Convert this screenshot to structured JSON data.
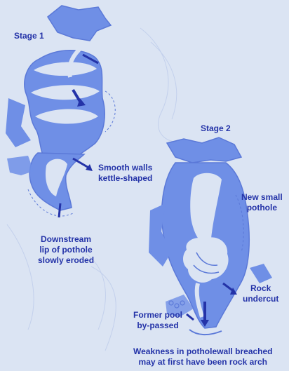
{
  "stage1": {
    "title": "Stage 1",
    "smooth_walls": [
      "Smooth walls",
      "kettle-shaped"
    ],
    "downstream": [
      "Downstream",
      "lip of pothole",
      "slowly eroded"
    ]
  },
  "stage2": {
    "title": "Stage 2",
    "new_pothole": [
      "New small",
      "pothole"
    ],
    "rock_undercut": [
      "Rock",
      "undercut"
    ],
    "former_pool": [
      "Former pool",
      "by-passed"
    ],
    "weakness": [
      "Weakness in potholewall breached",
      "may at first have been rock arch"
    ]
  },
  "colors": {
    "background": "#dbe4f3",
    "ink": "#2433a8",
    "rock": "#6f8fe6",
    "rock_dark": "#5b79d8"
  }
}
